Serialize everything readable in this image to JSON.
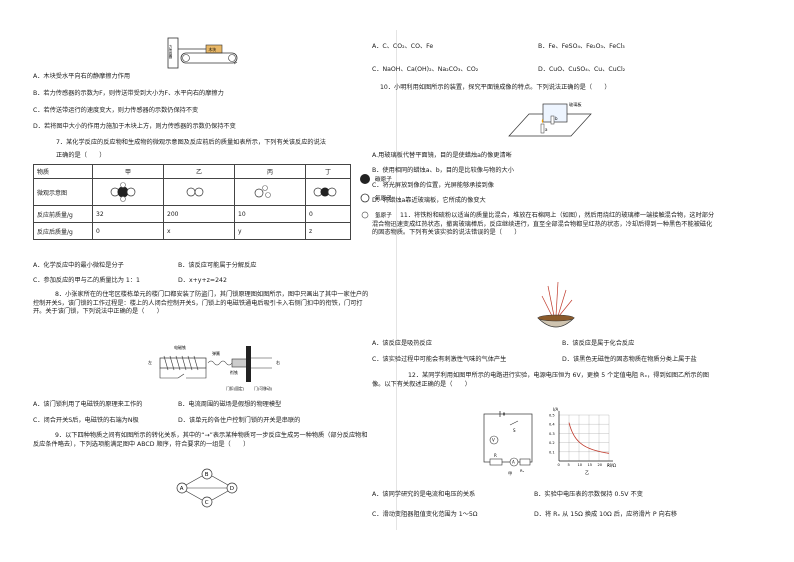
{
  "left": {
    "fig_text_1": "力传感器",
    "fig_text_2": "木块",
    "q6_options": [
      "A．木块受水平向右的静摩擦力作用",
      "B．若力传感器的示数为F，则传送带受到大小为F、水平向右的摩擦力",
      "C．若传送带运行的速度变大，则力传感器的示数仍保持不变",
      "D．若将图中大小的作用力施加于木块上方，则力传感器的示数仍保持不变"
    ],
    "q7_line1": "7．某化学反应的反应物和生成物的微观示意图及反应前后的质量如表所示，下列有关该反应的说法",
    "q7_line2": "正确的是（　　）",
    "table": {
      "header": [
        "物质",
        "甲",
        "乙",
        "丙",
        "丁"
      ],
      "row_labels": [
        "微观示意图",
        "反应前质量/g",
        "反应后质量/g"
      ],
      "before": [
        "32",
        "200",
        "10",
        "0"
      ],
      "after": [
        "0",
        "x",
        "y",
        "z"
      ]
    },
    "legend": [
      "碳原子",
      "氧原子",
      "氢原子"
    ],
    "q7_options": [
      "A．化学反应中的最小微粒是分子",
      "B．该反应可能属于分解反应",
      "C．参加反应的甲与乙的质量比为 1：1",
      "D．x+y+z=242"
    ],
    "q8_text": "8．小张家所在的住宅区楼栋单元的楼门口都安装了防盗门，其门锁原理图如图所示，图中只画出了其中一家住户的控制开关S，该门锁的工作过程是：楼上的人闭合控制开关S，门锁上的电磁铁通电后吸引卡入右侧门扣中的衔铁，门可打开。关于该门锁，下列说法中正确的是（　　）",
    "q8_fig_labels": [
      "电磁铁",
      "弹簧",
      "左",
      "右",
      "衔铁",
      "门扣(固定)",
      "门(可移动)"
    ],
    "q8_options": [
      "A．该门锁利用了电磁铁的原理来工作的",
      "B．电流周围的磁场是假想的物理模型",
      "C．闭合开关S后，电磁铁的右端为N极",
      "D．该单元的各住户控制门锁的开关是串联的"
    ],
    "q9_text": "9．以下四种物质之间有如图所示的转化关系，其中的“→”表示某种物质可一步反应生成另一种物质（部分反应物和反应条件略去），下列选项能满足图中 ABCD 顺序，符合要求的一组是（　　）",
    "q9_nodes": [
      "A",
      "B",
      "C",
      "D"
    ]
  },
  "right": {
    "q9_options": [
      "A．C、CO₂、CO、Fe",
      "B．Fe、FeSO₄、Fe₂O₃、FeCl₃",
      "C．NaOH、Ca(OH)₂、Na₂CO₃、CO₂",
      "D．CuO、CuSO₄、Cu、CuCl₂"
    ],
    "q10_text": "10．小明利用如图所示的装置，探究平面镜成像的特点。下列说法正确的是（　　）",
    "q10_fig_labels": [
      "玻璃板",
      "b",
      "a"
    ],
    "q10_options": [
      "A.用玻璃板代替平面镜，目的是使蜡烛a的像更清晰",
      "B．使用相同的蜡烛a、b，目的是比较像与物的大小",
      "C．将光屏放到像的位置，光屏能够承接到像",
      "D．将蜡烛a靠近玻璃板，它所成的像变大"
    ],
    "q11_text": "11．将铁粉和硫粉以适当的质量比混合，堆放在石棉网上（如图），然后用烧红的玻璃棒一端接触混合物，这时部分混合物迅速变成红热状态，撤离玻璃棒后，反应继续进行，直至全部混合物都呈红热的状态，冷却后得到一种黑色不能被磁化的固态物质。下列有关该实验的说法错误的是（　　）",
    "q11_options": [
      "A．该反应是吸热反应",
      "B．该反应是属于化合反应",
      "C．该实验过程中可能会有刺激性气味的气体产生",
      "D．该黑色无磁性的固态物质在物质分类上属于盐"
    ],
    "q12_text": "12．某同学利用如图甲所示的电路进行实验，电源电压恒为 6V，更换 5 个定值电阻 Rₓ，得到如图乙所示的图像。以下有关叙述正确的是（　　）",
    "q12_fig_labels": [
      "S",
      "V",
      "A",
      "R",
      "Rₓ",
      "甲",
      "乙"
    ],
    "q12_axis": {
      "ylabel": "I/A",
      "xlabel": "Rₓ/Ω",
      "yticks": [
        "0.1",
        "0.2",
        "0.3",
        "0.4",
        "0.5"
      ],
      "xticks": [
        "0",
        "5",
        "10",
        "15",
        "20",
        "25"
      ]
    },
    "q12_options": [
      "A．该同学研究的是电流和电压的关系",
      "B．实验中电压表的示数保持 0.5V 不变",
      "C．滑动变阻器阻值变化范围为 1～5Ω",
      "D．将 Rₓ 从 15Ω 换成 10Ω 后，应将滑片 P 向右移"
    ]
  }
}
